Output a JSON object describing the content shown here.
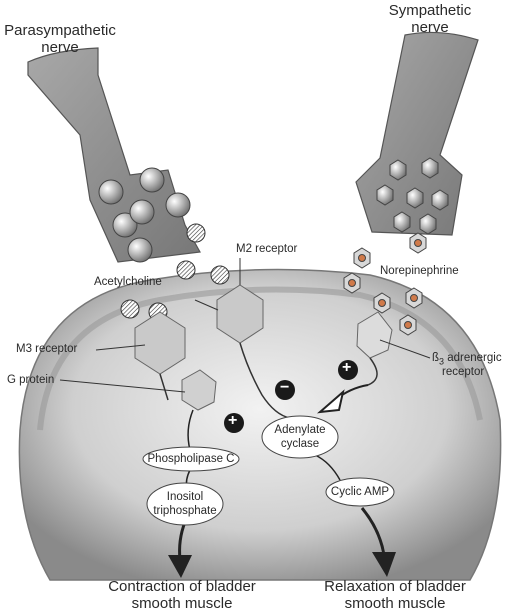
{
  "labels": {
    "parasympathetic": [
      "Parasympathetic",
      "nerve"
    ],
    "sympathetic": [
      "Sympathetic",
      "nerve"
    ],
    "acetylcholine": "Acetylcholine",
    "m2_receptor": "M2 receptor",
    "norepinephrine": "Norepinephrine",
    "m3_receptor": "M3 receptor",
    "g_protein": "G protein",
    "beta3_symbol": "ß",
    "beta3_sub": "3",
    "beta3_rest": " adrenergic",
    "beta3_line2": "receptor",
    "adenylate_cyclase": [
      "Adenylate",
      "cyclase"
    ],
    "phospholipase_c": "Phospholipase C",
    "inositol_triphosphate": [
      "Inositol",
      "triphosphate"
    ],
    "cyclic_amp": "Cyclic AMP",
    "contraction": [
      "Contraction of bladder",
      "smooth muscle"
    ],
    "relaxation": [
      "Relaxation of bladder",
      "smooth muscle"
    ]
  },
  "signs": {
    "plus": "+",
    "minus": "−"
  },
  "colors": {
    "nerve_fill": "#8c8c8c",
    "muscle_fill": "#b8b8b8",
    "receptor_fill": "#c9c9c9",
    "norepi_ring": "#d07a4a",
    "sign_fill": "#1a1a1a"
  }
}
